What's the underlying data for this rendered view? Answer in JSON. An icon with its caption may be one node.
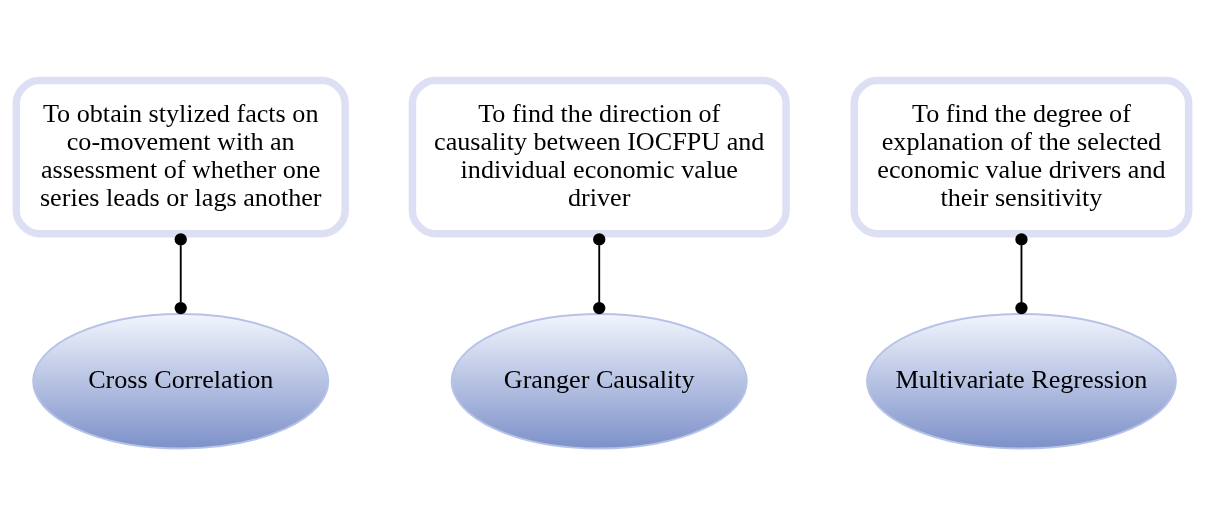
{
  "diagram": {
    "nodes": [
      {
        "text": [
          "To obtain stylized facts on co-movement with an assessment of whether one series leads or lags another"
        ]
      },
      {
        "text": [
          "Cross Correlation"
        ]
      },
      {
        "text": [
          "To find the direction of causality between IOCFPU and individual economic value driver"
        ]
      },
      {
        "text": [
          "Granger Causality"
        ]
      },
      {
        "text": [
          "To find the degree of explanation of the selected economic value drivers and their sensitivity"
        ]
      },
      {
        "text": [
          "Multivariate Regression"
        ]
      }
    ],
    "edges": [
      {
        "from": 0,
        "to": 1,
        "arrow": "other"
      },
      {
        "from": 2,
        "to": 3,
        "arrow": "other"
      },
      {
        "from": 4,
        "to": 5,
        "arrow": "other"
      }
    ]
  }
}
